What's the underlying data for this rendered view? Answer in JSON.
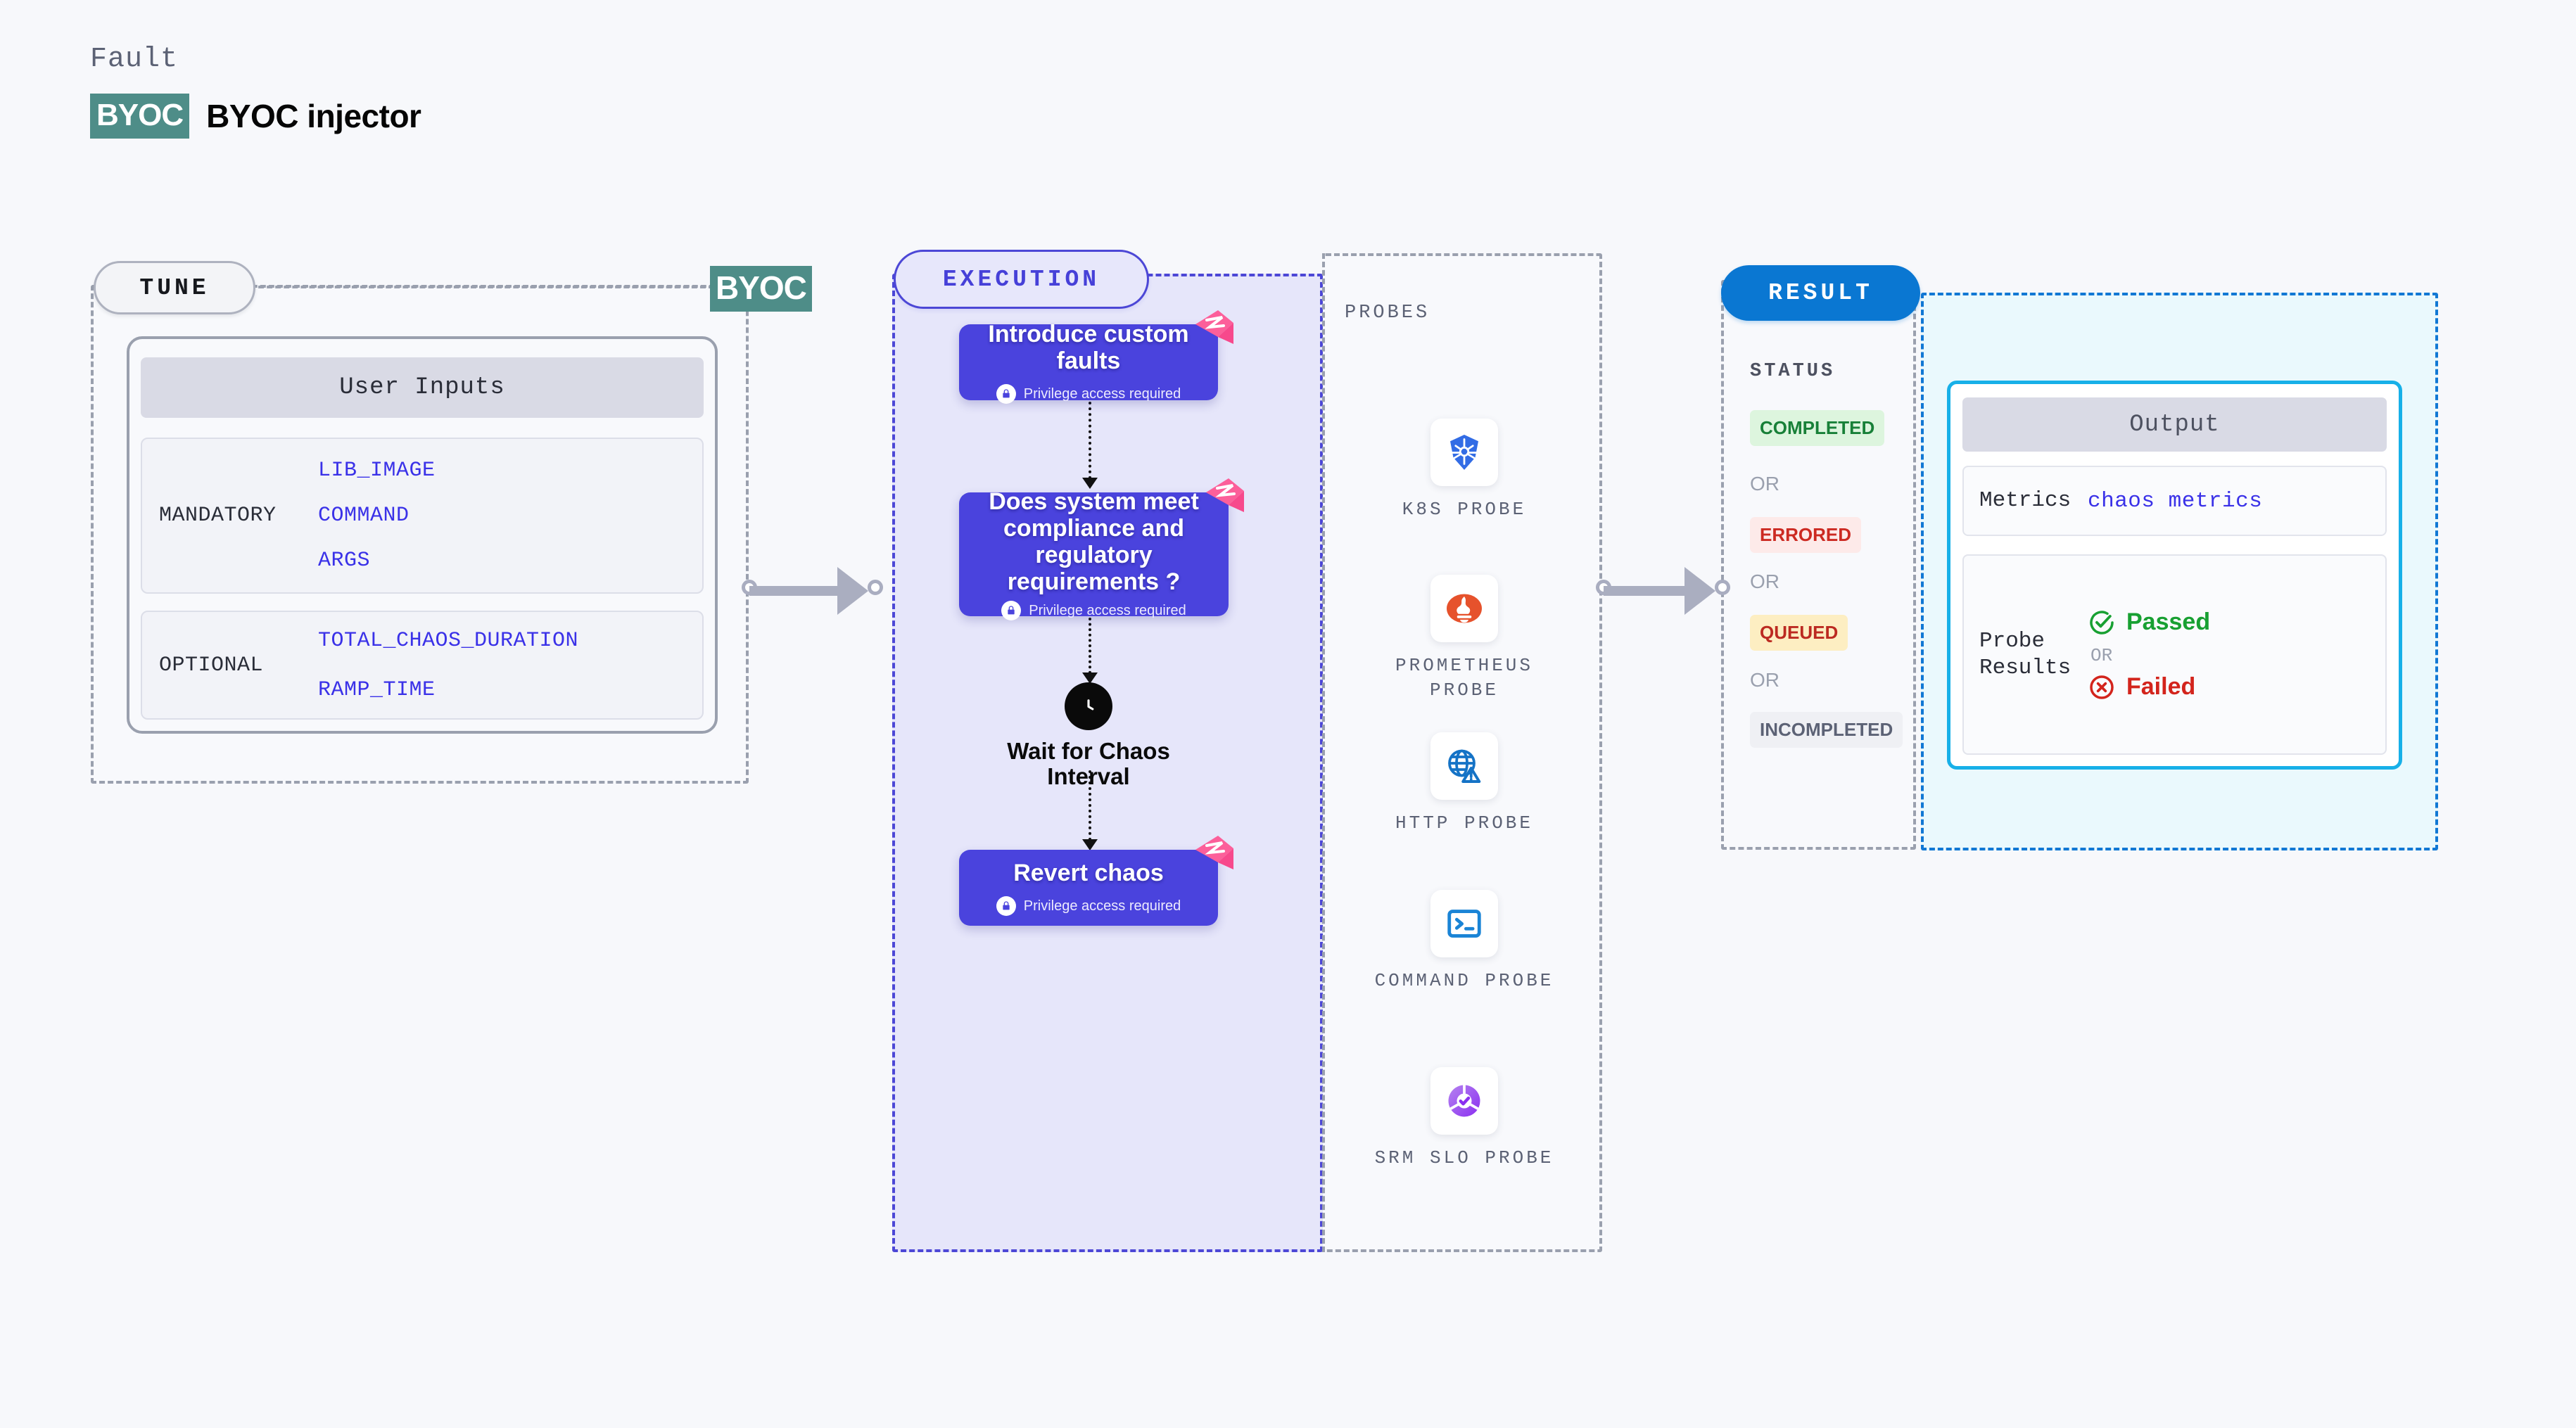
{
  "header": {
    "fault_label": "Fault",
    "byoc_chip": "BYOC",
    "title": "BYOC injector"
  },
  "connector_chip": {
    "label": "BYOC"
  },
  "tune": {
    "pill_label": "TUNE",
    "card_header": "User Inputs",
    "groups": [
      {
        "kind": "MANDATORY",
        "params": [
          "LIB_IMAGE",
          "COMMAND",
          "ARGS"
        ]
      },
      {
        "kind": "OPTIONAL",
        "params": [
          "TOTAL_CHAOS_DURATION",
          "RAMP_TIME"
        ]
      }
    ]
  },
  "execution": {
    "pill_label": "EXECUTION",
    "privilege_note": "Privilege access required",
    "steps": [
      {
        "title": "Introduce custom faults",
        "privileged": true,
        "badge": "harness-logo-icon"
      },
      {
        "title": "Does system meet compliance and regulatory requirements ?",
        "privileged": true,
        "badge": "harness-logo-icon"
      },
      {
        "title": "Revert chaos",
        "privileged": true,
        "badge": "harness-logo-icon"
      }
    ],
    "wait_node": {
      "label": "Wait for Chaos Interval",
      "icon": "clock-icon"
    }
  },
  "probes": {
    "section_label": "PROBES",
    "items": [
      {
        "name": "K8S PROBE",
        "icon": "kubernetes-icon"
      },
      {
        "name": "PROMETHEUS PROBE",
        "icon": "prometheus-icon"
      },
      {
        "name": "HTTP PROBE",
        "icon": "http-globe-icon"
      },
      {
        "name": "COMMAND PROBE",
        "icon": "terminal-icon"
      },
      {
        "name": "SRM SLO PROBE",
        "icon": "srm-slo-icon"
      }
    ]
  },
  "result": {
    "pill_label": "RESULT",
    "status_label": "STATUS",
    "or_label": "OR",
    "statuses": [
      {
        "label": "COMPLETED",
        "bg": "#ddf5de",
        "fg": "#188038"
      },
      {
        "label": "ERRORED",
        "bg": "#fdeae9",
        "fg": "#cc2a22"
      },
      {
        "label": "QUEUED",
        "bg": "#fdeec2",
        "fg": "#bc2a21"
      },
      {
        "label": "INCOMPLETED",
        "bg": "#eff0f4",
        "fg": "#5c6275"
      }
    ],
    "output": {
      "header": "Output",
      "metrics_key": "Metrics",
      "metrics_value": "chaos metrics",
      "probe_key": "Probe Results",
      "passed": "Passed",
      "failed": "Failed",
      "or_label": "OR"
    }
  },
  "colors": {
    "canvas_bg": "#f7f8fb",
    "byoc_teal": "#4e8d88",
    "execution_indigo": "#4c47d6",
    "step_card": "#4a43dd",
    "result_blue": "#0a77d2",
    "output_cyan": "#17b0e8",
    "output_fill": "#eaf9fd",
    "param_blue": "#3a31e8",
    "pink_badge": "#fc5f9a",
    "dashed_gray": "#9aa0ae",
    "arrow_gray": "#aaaec0"
  }
}
